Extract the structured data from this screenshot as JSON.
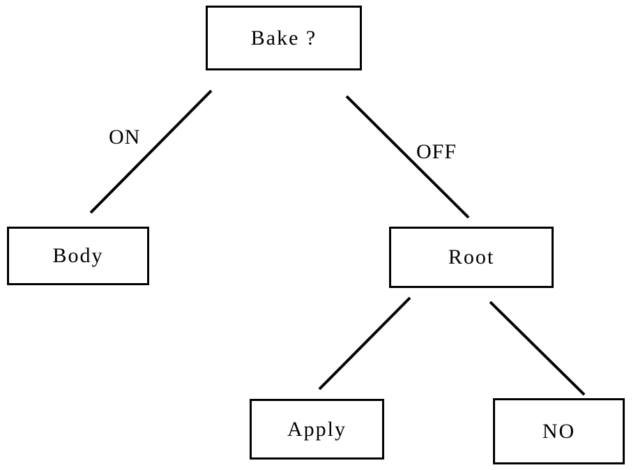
{
  "diagram": {
    "type": "decision-tree",
    "nodes": [
      {
        "id": "bake",
        "label": "Bake ?"
      },
      {
        "id": "body",
        "label": "Body"
      },
      {
        "id": "root",
        "label": "Root"
      },
      {
        "id": "apply",
        "label": "Apply"
      },
      {
        "id": "no",
        "label": "NO"
      }
    ],
    "edges": [
      {
        "from": "bake",
        "to": "body",
        "label": "ON"
      },
      {
        "from": "bake",
        "to": "root",
        "label": "OFF"
      },
      {
        "from": "root",
        "to": "apply",
        "label": ""
      },
      {
        "from": "root",
        "to": "no",
        "label": ""
      }
    ],
    "colors": {
      "background": "#ffffff",
      "line": "#000000",
      "box_border": "#000000",
      "text": "#000000"
    }
  }
}
